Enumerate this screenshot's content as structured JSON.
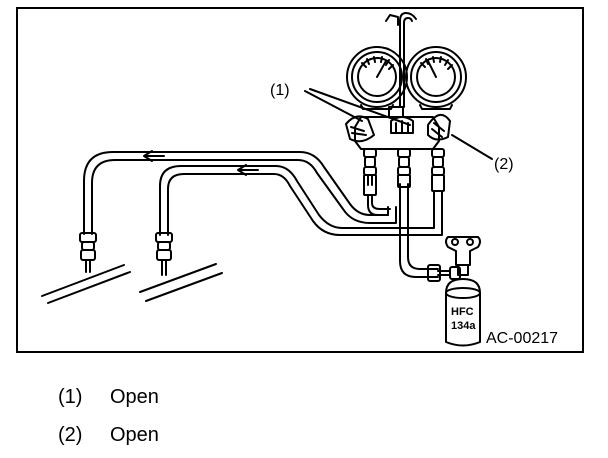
{
  "figure": {
    "callout_1": "(1)",
    "callout_2": "(2)",
    "figure_id": "AC-00217",
    "can_label_line1": "HFC",
    "can_label_line2": "134a"
  },
  "legend": [
    {
      "num": "(1)",
      "text": "Open"
    },
    {
      "num": "(2)",
      "text": "Open"
    }
  ]
}
